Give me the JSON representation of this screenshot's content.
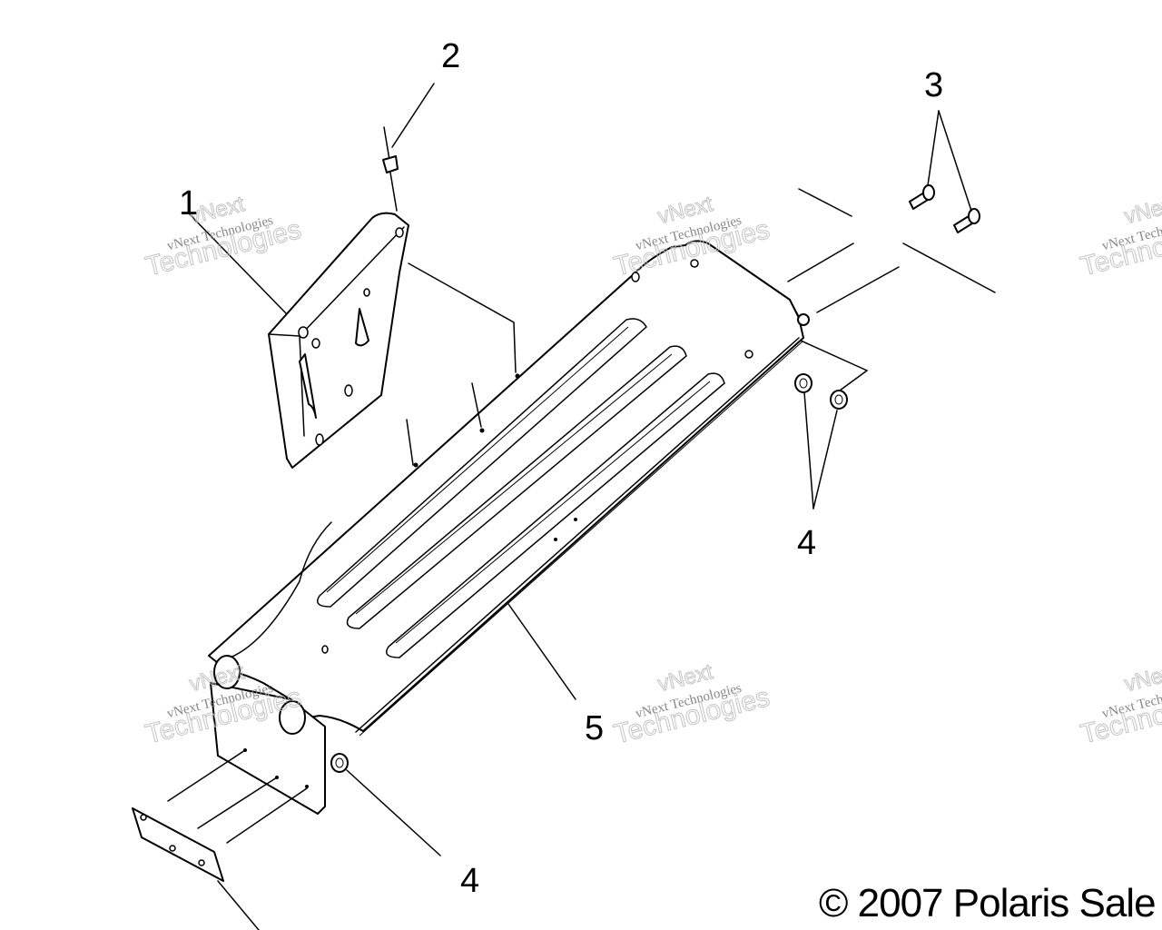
{
  "callouts": {
    "c1": "1",
    "c2": "2",
    "c3": "3",
    "c4a": "4",
    "c4b": "4",
    "c5": "5"
  },
  "watermark": {
    "line1": "vNext",
    "line2": "vNext Technologies",
    "line3": "Technologies"
  },
  "copyright": "© 2007 Polaris Sale"
}
